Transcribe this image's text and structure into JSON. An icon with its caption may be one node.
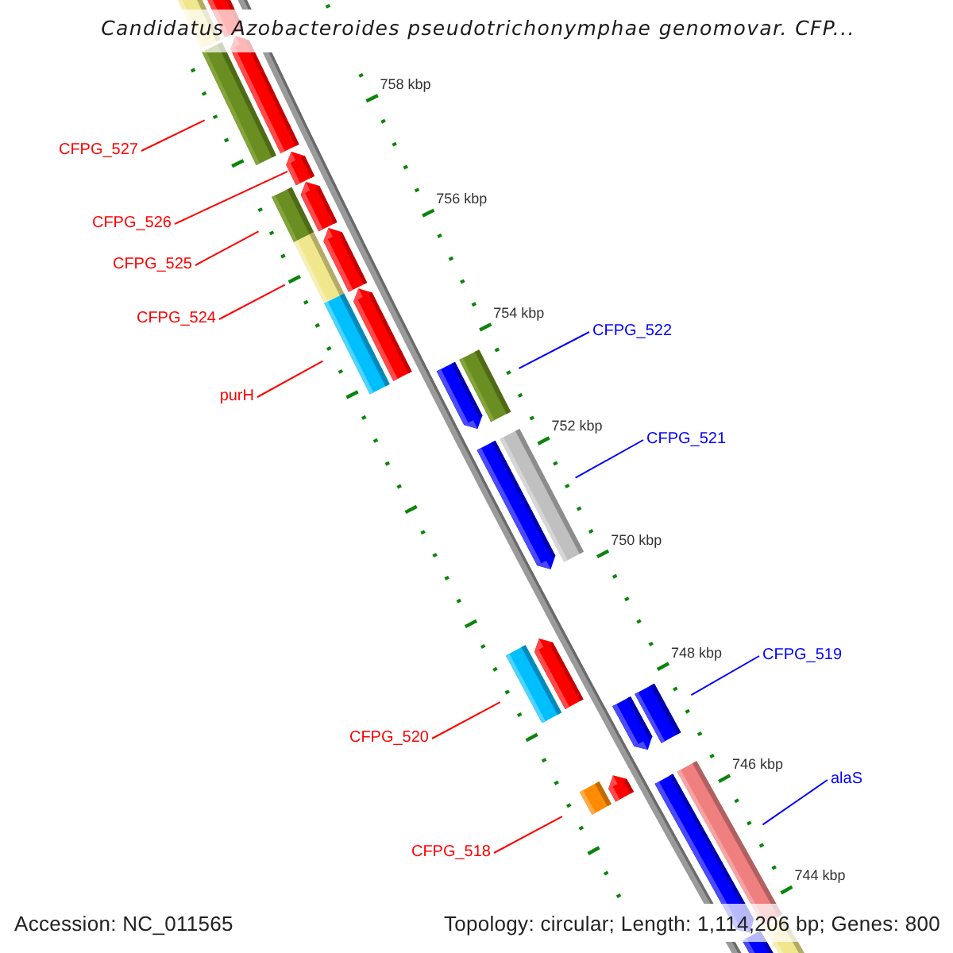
{
  "diagram": {
    "title": "Candidatus Azobacteroides pseudotrichonymphae genomovar. CFP...",
    "nodes": [
      {
        "text": [
          "CFPG_527"
        ]
      },
      {
        "text": [
          "CFPG_526"
        ]
      },
      {
        "text": [
          "CFPG_525"
        ]
      },
      {
        "text": [
          "CFPG_524"
        ]
      },
      {
        "text": [
          "CFPG_522"
        ]
      },
      {
        "text": [
          "purH"
        ]
      },
      {
        "text": [
          "CFPG_521"
        ]
      },
      {
        "text": [
          "CFPG_519"
        ]
      },
      {
        "text": [
          "CFPG_520"
        ]
      },
      {
        "text": [
          "alaS"
        ]
      },
      {
        "text": [
          "CFPG_518"
        ]
      },
      {
        "text": [],
        "shape": "arrow"
      },
      {
        "text": [],
        "shape": "bar"
      },
      {
        "text": [],
        "shape": "arrow"
      },
      {
        "text": [],
        "shape": "bar"
      },
      {
        "text": [],
        "shape": "arrow"
      },
      {
        "text": [],
        "shape": "arrow"
      },
      {
        "text": [],
        "shape": "bar"
      },
      {
        "text": [],
        "shape": "arrow"
      },
      {
        "text": [],
        "shape": "bar"
      },
      {
        "text": [],
        "shape": "arrow"
      },
      {
        "text": [],
        "shape": "bar"
      },
      {
        "text": [],
        "shape": "bar"
      },
      {
        "text": [],
        "shape": "arrow"
      },
      {
        "text": [],
        "shape": "bar"
      },
      {
        "text": [],
        "shape": "arrow"
      },
      {
        "text": [],
        "shape": "arrow"
      },
      {
        "text": [],
        "shape": "bar"
      },
      {
        "text": [],
        "shape": "bar"
      },
      {
        "text": [],
        "shape": "arrow"
      },
      {
        "text": [],
        "shape": "bar"
      },
      {
        "text": [],
        "shape": "arrow"
      },
      {
        "text": [],
        "shape": "arrow"
      },
      {
        "text": [],
        "shape": "bar"
      },
      {
        "text": [],
        "shape": "bar"
      },
      {
        "text": [],
        "shape": "arrow"
      }
    ],
    "edges": [
      {
        "from": 0,
        "to": 14,
        "arrow": "none"
      },
      {
        "from": 1,
        "to": 15,
        "arrow": "none"
      },
      {
        "from": 2,
        "to": 17,
        "arrow": "none"
      },
      {
        "from": 3,
        "to": 19,
        "arrow": "none"
      },
      {
        "from": 4,
        "to": 22,
        "arrow": "none",
        "color": "#0000ff"
      },
      {
        "from": 5,
        "to": 21,
        "arrow": "none"
      },
      {
        "from": 6,
        "to": 24,
        "arrow": "none",
        "color": "#0000ff"
      },
      {
        "from": 7,
        "to": 28,
        "arrow": "none",
        "color": "#0000ff"
      },
      {
        "from": 8,
        "to": 27,
        "arrow": "none"
      },
      {
        "from": 9,
        "to": 30,
        "arrow": "none",
        "color": "#0000ff"
      },
      {
        "from": 10,
        "to": 33,
        "arrow": "none"
      }
    ],
    "labels": [
      "758 kbp",
      "756 kbp",
      "754 kbp",
      "752 kbp",
      "750 kbp",
      "748 kbp",
      "746 kbp",
      "744 kbp",
      "Accession: NC_011565",
      "Topology: circular; Length: 1,114,206 bp; Genes: 800"
    ]
  }
}
